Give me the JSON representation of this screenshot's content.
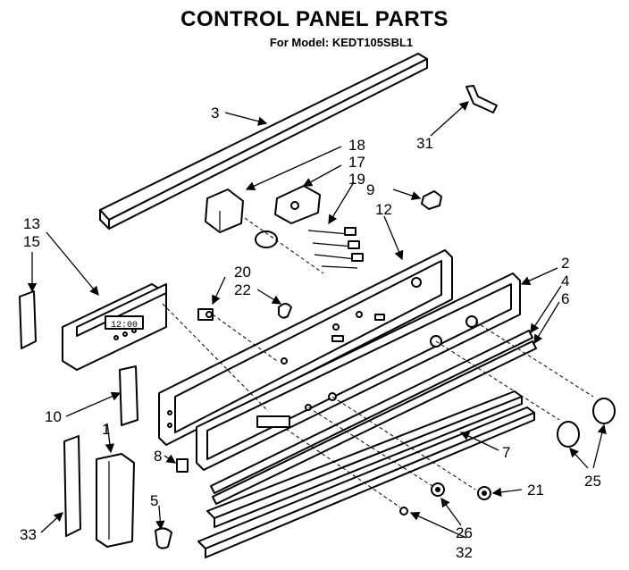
{
  "title": "CONTROL PANEL PARTS",
  "subtitle": "For Model: KEDT105SBL1",
  "callouts": [
    "3",
    "18",
    "17",
    "19",
    "31",
    "9",
    "12",
    "13",
    "15",
    "2",
    "4",
    "6",
    "20",
    "22",
    "10",
    "7",
    "8",
    "25",
    "21",
    "1",
    "5",
    "26",
    "32",
    "33"
  ],
  "clock_display": "12:00"
}
